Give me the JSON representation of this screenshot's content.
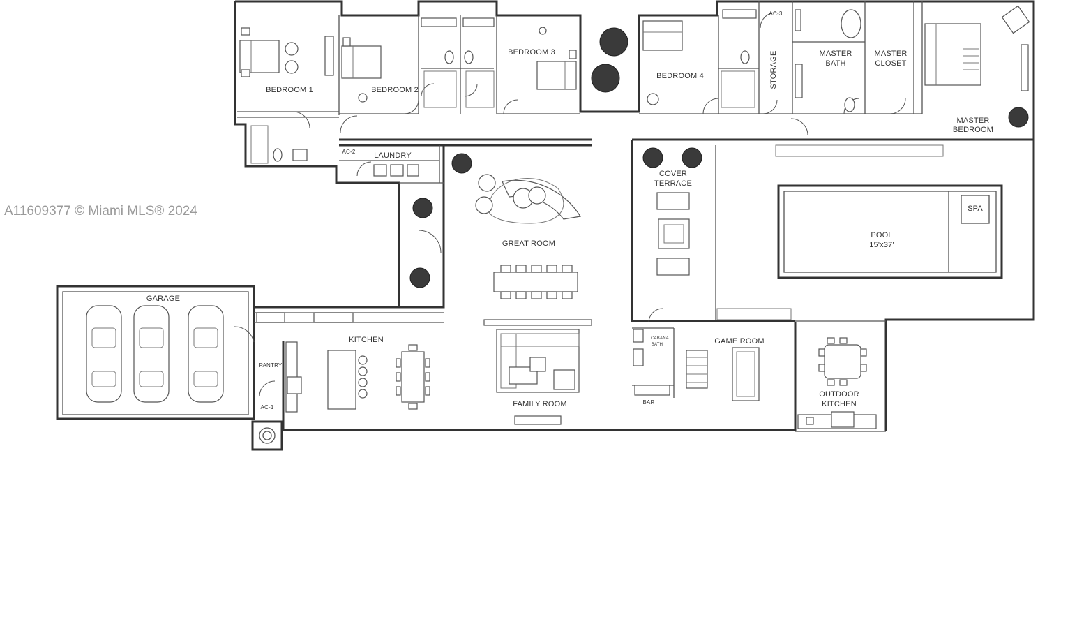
{
  "watermark": "A11609377 © Miami MLS® 2024",
  "rooms": {
    "bedroom1": "BEDROOM 1",
    "bedroom2": "BEDROOM 2",
    "bedroom3": "BEDROOM 3",
    "bedroom4": "BEDROOM 4",
    "storage": "STORAGE",
    "ac3": "AC-3",
    "master_bath_1": "MASTER",
    "master_bath_2": "BATH",
    "master_closet_1": "MASTER",
    "master_closet_2": "CLOSET",
    "master_bedroom_1": "MASTER",
    "master_bedroom_2": "BEDROOM",
    "ac2": "AC-2",
    "laundry": "LAUNDRY",
    "cover_terrace_1": "COVER",
    "cover_terrace_2": "TERRACE",
    "spa": "SPA",
    "pool": "POOL",
    "pool_size": "15'x37'",
    "great_room": "GREAT ROOM",
    "garage": "GARAGE",
    "kitchen": "KITCHEN",
    "pantry": "PANTRY",
    "ac1": "AC-1",
    "family_room": "FAMILY ROOM",
    "cabana_bath_1": "CABANA",
    "cabana_bath_2": "BATH",
    "bar": "BAR",
    "game_room": "GAME ROOM",
    "outdoor_kitchen_1": "OUTDOOR",
    "outdoor_kitchen_2": "KITCHEN"
  }
}
